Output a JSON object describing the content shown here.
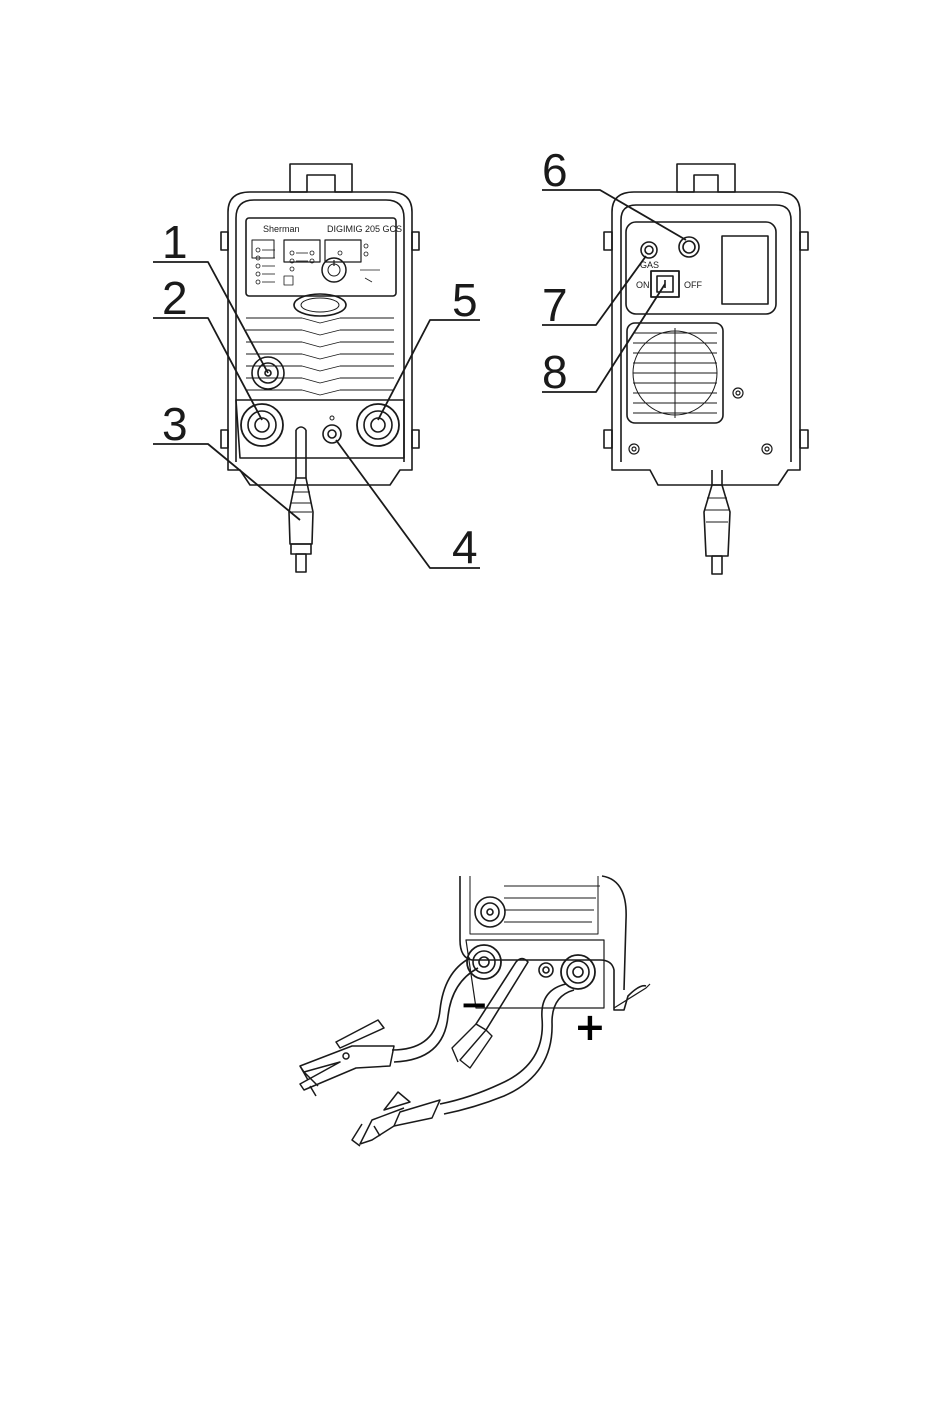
{
  "front_view": {
    "brand": "Sherman",
    "model": "DIGIMIG 205 GCS",
    "callouts": [
      "1",
      "2",
      "3",
      "4",
      "5"
    ]
  },
  "rear_view": {
    "gas_label": "GAS",
    "switch_on": "ON",
    "switch_off": "OFF",
    "callouts": [
      "6",
      "7",
      "8"
    ]
  },
  "connection_view": {
    "negative_sign": "−",
    "positive_sign": "+"
  }
}
